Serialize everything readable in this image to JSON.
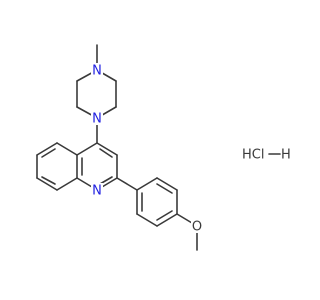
{
  "molecule": {
    "atoms": {
      "n_piperazine_top": "N",
      "n_piperazine_bottom": "N",
      "n_quinoline": "N",
      "o_methoxy": "O",
      "salt": "HCl"
    },
    "colors": {
      "bond": "#3a3a3a",
      "nitrogen": "#1f1fe0",
      "text": "#3a3a3a"
    }
  }
}
